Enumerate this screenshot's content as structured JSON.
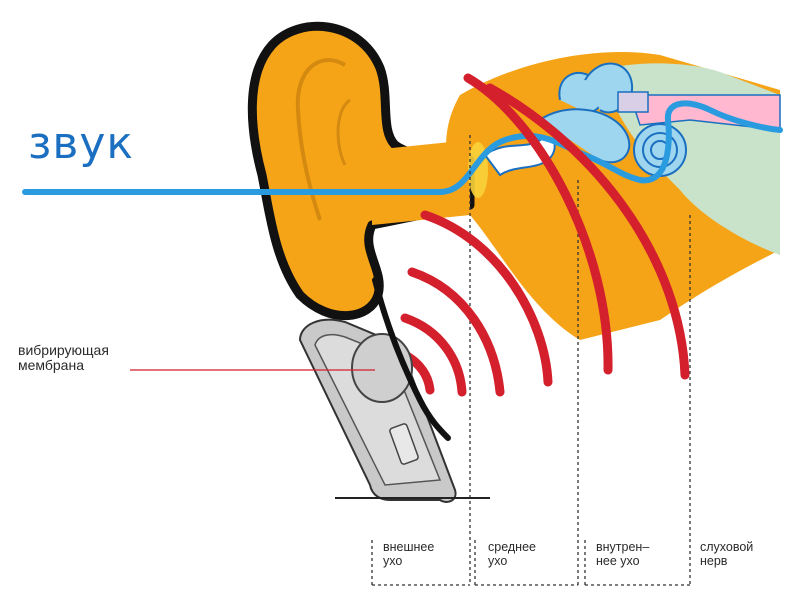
{
  "sound_label": "звук",
  "membrane_label": [
    "вибрирующая",
    "мембрана"
  ],
  "zones": [
    {
      "line1": "внешнее",
      "line2": "ухо"
    },
    {
      "line1": "среднее",
      "line2": "ухо"
    },
    {
      "line1": "внутрен–",
      "line2": "нее ухо"
    },
    {
      "line1": "слуховой",
      "line2": "нерв"
    }
  ],
  "colors": {
    "ear": "#f6a417",
    "outline": "#111111",
    "sound_wave": "#2b9be0",
    "vibration_waves": "#d41f2c",
    "cochlea": "#9fd6ef",
    "nerve": "#ffb8cf",
    "inner_bone": "#c8e3c9",
    "device": "#c9c9c9"
  }
}
